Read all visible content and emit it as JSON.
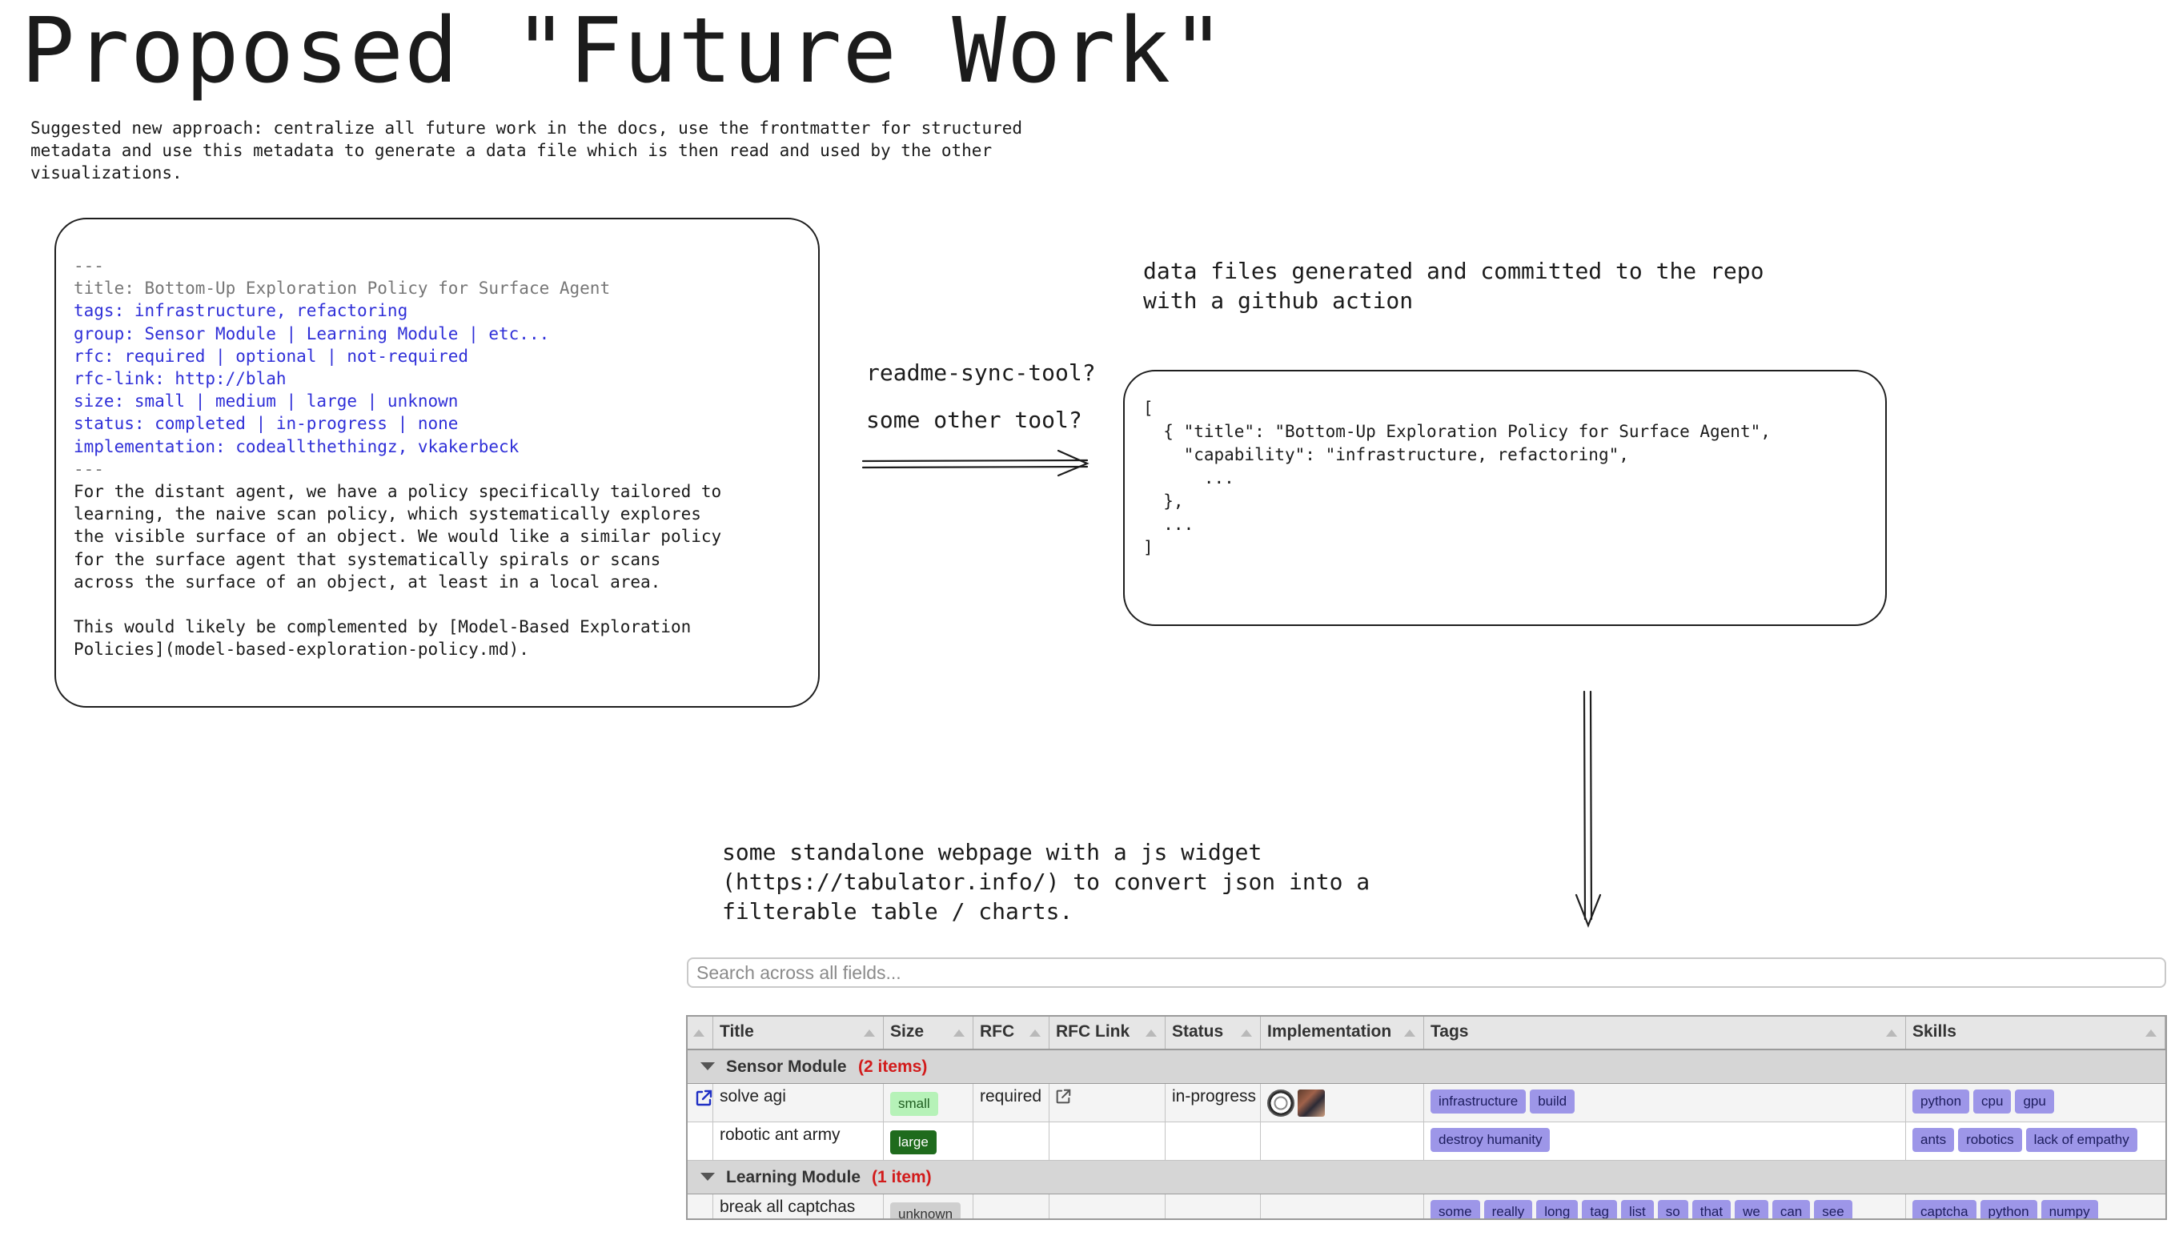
{
  "title": "Proposed \"Future Work\"",
  "intro": "Suggested new approach: centralize all future work in the docs, use the frontmatter for structured\nmetadata and use this metadata to generate a data file which is then read and used by the other\nvisualizations.",
  "markdown_box": {
    "lines": [
      {
        "text": "---",
        "color": "grey"
      },
      {
        "text": "title: Bottom-Up Exploration Policy for Surface Agent",
        "color": "grey"
      },
      {
        "text": "tags: infrastructure, refactoring",
        "color": "blue"
      },
      {
        "text": "group: Sensor Module | Learning Module | etc...",
        "color": "blue"
      },
      {
        "text": "rfc: required | optional | not-required",
        "color": "blue"
      },
      {
        "text": "rfc-link: http://blah",
        "color": "blue"
      },
      {
        "text": "size: small | medium | large | unknown",
        "color": "blue"
      },
      {
        "text": "status: completed | in-progress | none",
        "color": "blue"
      },
      {
        "text": "implementation: codeallthethingz, vkakerbeck",
        "color": "blue"
      },
      {
        "text": "---",
        "color": "grey"
      },
      {
        "text": "For the distant agent, we have a policy specifically tailored to",
        "color": "black"
      },
      {
        "text": "learning, the naive scan policy, which systematically explores",
        "color": "black"
      },
      {
        "text": "the visible surface of an object. We would like a similar policy",
        "color": "black"
      },
      {
        "text": "for the surface agent that systematically spirals or scans",
        "color": "black"
      },
      {
        "text": "across the surface of an object, at least in a local area.",
        "color": "black"
      },
      {
        "text": "",
        "color": "black"
      },
      {
        "text": "This would likely be complemented by [Model-Based Exploration",
        "color": "black"
      },
      {
        "text": "Policies](model-based-exploration-policy.md).",
        "color": "black"
      }
    ]
  },
  "tool_label_1": "readme-sync-tool?",
  "tool_label_2": "some other tool?",
  "data_files_label": "data files generated and committed to the repo\nwith a github action",
  "json_box": "[\n  { \"title\": \"Bottom-Up Exploration Policy for Surface Agent\",\n    \"capability\": \"infrastructure, refactoring\",\n      ...\n  },\n  ...\n]",
  "webpage_label": "some standalone webpage with a js widget\n(https://tabulator.info/) to convert json into a\nfilterable table / charts.",
  "table": {
    "search_placeholder": "Search across all fields...",
    "columns": [
      "",
      "Title",
      "Size",
      "RFC",
      "RFC Link",
      "Status",
      "Implementation",
      "Tags",
      "Skills"
    ],
    "groups": [
      {
        "name": "Sensor Module",
        "count": "(2 items)",
        "rows": [
          {
            "link": true,
            "title": "solve agi",
            "size": "small",
            "rfc": "required",
            "rfc_link": true,
            "status": "in-progress",
            "avatars": 2,
            "tags": [
              "infrastructure",
              "build"
            ],
            "skills": [
              "python",
              "cpu",
              "gpu"
            ]
          },
          {
            "link": false,
            "title": "robotic ant army",
            "size": "large",
            "rfc": "",
            "rfc_link": false,
            "status": "",
            "avatars": 0,
            "tags": [
              "destroy humanity"
            ],
            "skills": [
              "ants",
              "robotics",
              "lack of empathy"
            ]
          }
        ]
      },
      {
        "name": "Learning Module",
        "count": "(1 item)",
        "rows": [
          {
            "link": false,
            "title": "break all captchas",
            "size": "unknown",
            "rfc": "",
            "rfc_link": false,
            "status": "",
            "avatars": 0,
            "tags": [
              "some",
              "really",
              "long",
              "tag",
              "list",
              "so",
              "that",
              "we",
              "can",
              "see"
            ],
            "skills": [
              "captcha",
              "python",
              "numpy"
            ]
          }
        ]
      }
    ]
  }
}
